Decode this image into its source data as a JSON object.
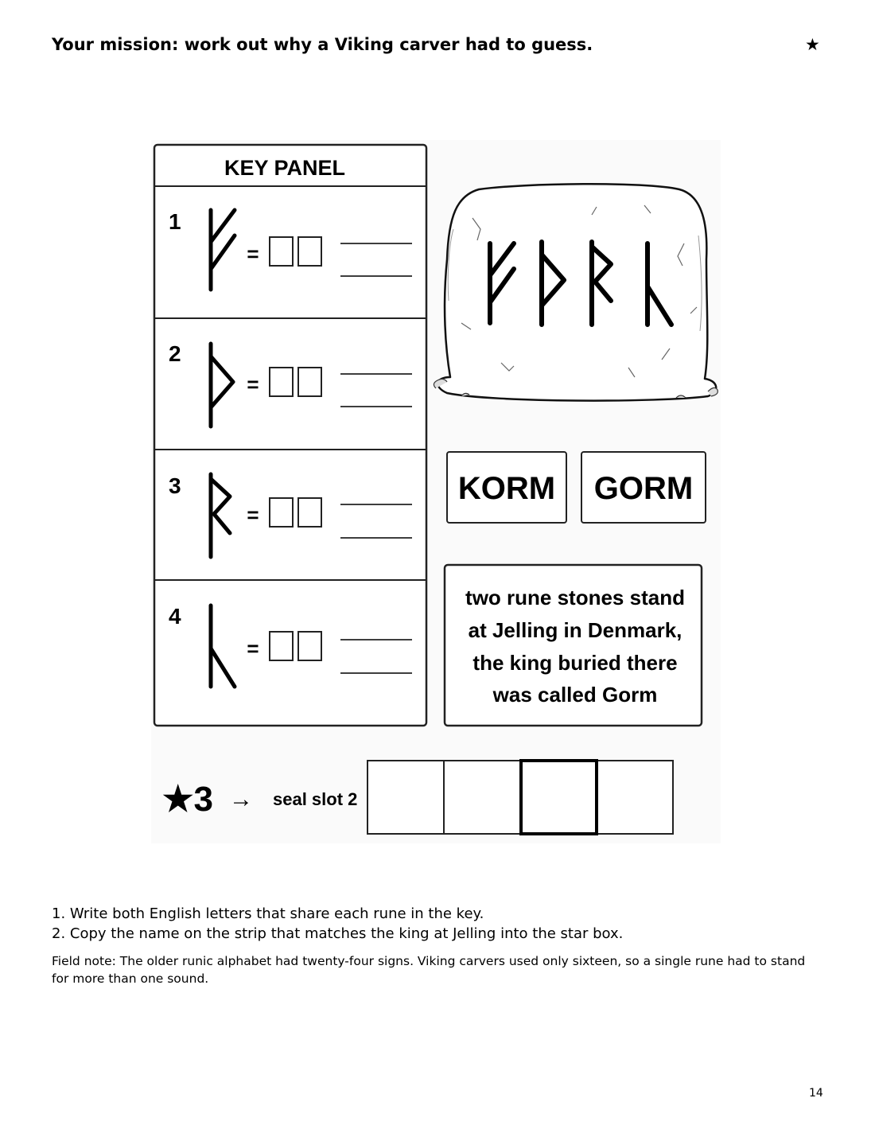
{
  "page": {
    "title": "Your mission: work out why a Viking carver had to guess.",
    "corner_mark": "★",
    "page_number": "14"
  },
  "key_panel": {
    "heading": "KEY PANEL",
    "rows": [
      {
        "number": "1",
        "rune": "fehu",
        "equals": "="
      },
      {
        "number": "2",
        "rune": "thurisaz",
        "equals": "="
      },
      {
        "number": "3",
        "rune": "raido",
        "equals": "="
      },
      {
        "number": "4",
        "rune": "kaun",
        "equals": "="
      }
    ]
  },
  "stone": {
    "runes": [
      "fehu",
      "thurisaz",
      "raido",
      "kaun"
    ]
  },
  "strip_choices": [
    "KORM",
    "GORM"
  ],
  "clue_box": {
    "lines": [
      "two rune stones stand",
      "at Jelling in Denmark,",
      "the king buried there",
      "was called Gorm"
    ]
  },
  "seal": {
    "star_label": "★3",
    "arrow": "→",
    "slot_label": "seal slot 2",
    "slot_count": 4,
    "highlighted_slot": 3
  },
  "instructions": [
    "1. Write both English letters that share each rune in the key.",
    "2. Copy the name on the strip that matches the king at Jelling into the star box."
  ],
  "field_note": "Field note: The older runic alphabet had twenty-four signs. Viking carvers used only sixteen, so a single rune had to stand for more than one sound."
}
